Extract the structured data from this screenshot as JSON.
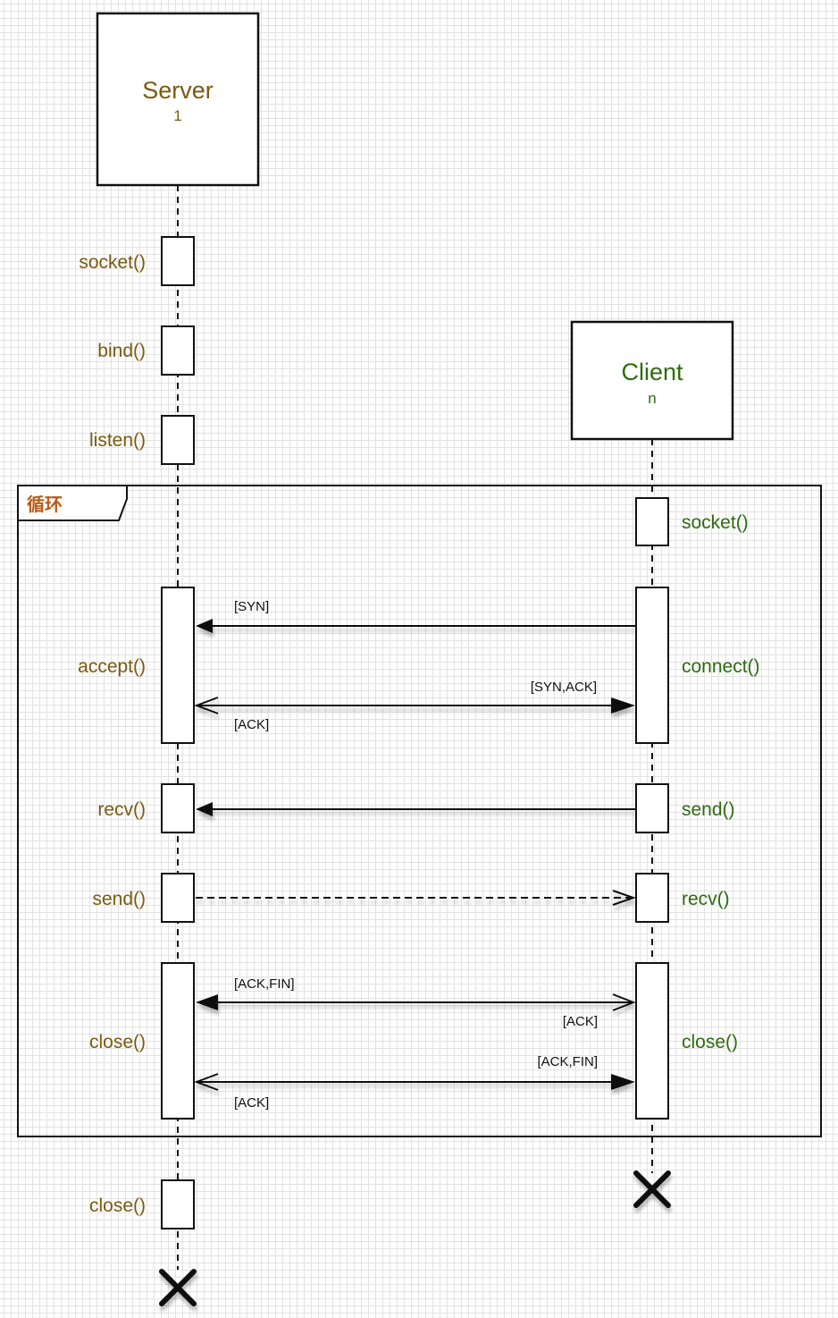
{
  "diagram": {
    "type": "uml-sequence",
    "participants": {
      "server": {
        "name": "Server",
        "multiplicity": "1",
        "color": "#7a5a10"
      },
      "client": {
        "name": "Client",
        "multiplicity": "n",
        "color": "#2e6b10"
      }
    },
    "loop_frame": {
      "label": "循环",
      "color": "#b85a1a"
    },
    "server_calls": {
      "socket": "socket()",
      "bind": "bind()",
      "listen": "listen()",
      "accept": "accept()",
      "recv": "recv()",
      "send": "send()",
      "close": "close()",
      "close_final": "close()"
    },
    "client_calls": {
      "socket": "socket()",
      "connect": "connect()",
      "send": "send()",
      "recv": "recv()",
      "close": "close()"
    },
    "messages": {
      "syn": "[SYN]",
      "syn_ack": "[SYN,ACK]",
      "ack1": "[ACK]",
      "ack_fin1": "[ACK,FIN]",
      "ack2": "[ACK]",
      "ack_fin2": "[ACK,FIN]",
      "ack3": "[ACK]"
    }
  }
}
